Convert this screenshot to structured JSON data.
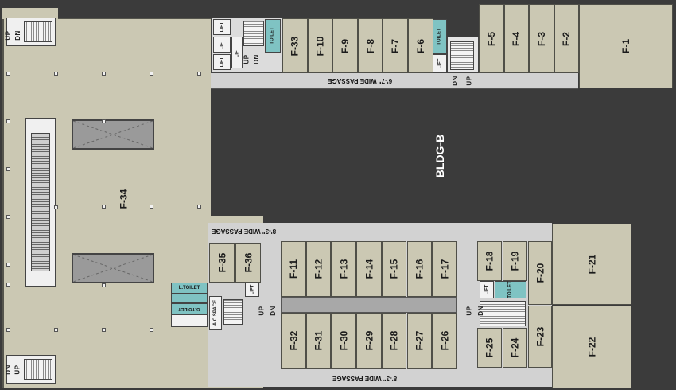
{
  "labels": {
    "bldg": "BLDG-B",
    "shop_34": "F-34",
    "top_row": [
      "F-33",
      "F-10",
      "F-9",
      "F-8",
      "F-7",
      "F-6"
    ],
    "top_right": [
      "F-5",
      "F-4",
      "F-3",
      "F-2"
    ],
    "big_top_right": "F-1",
    "block_mid_top": [
      "F-11",
      "F-12",
      "F-13",
      "F-14",
      "F-15",
      "F-16",
      "F-17"
    ],
    "block_mid_bottom": [
      "F-32",
      "F-31",
      "F-30",
      "F-29",
      "F-28",
      "F-27",
      "F-26"
    ],
    "f35": "F-35",
    "f36": "F-36",
    "f18": "F-18",
    "f19": "F-19",
    "f20": "F-20",
    "f23": "F-23",
    "f25": "F-25",
    "f24": "F-24",
    "f21": "F-21",
    "f22": "F-22",
    "lift": "LIFT",
    "up": "UP",
    "dn": "DN",
    "toilet": "TOILET",
    "l_toilet": "L.TOILET",
    "g_toilet": "G.TOILET",
    "ac_space": "A.C SPACE",
    "passage_top": "6'-7\" WIDE PASSAGE",
    "passage_mid": "8'-3\" WIDE PASSAGE",
    "passage_bottom": "8'-3\" WIDE PASSAGE"
  },
  "colors": {
    "background": "#3b3b3b",
    "shop": "#cbc8b3",
    "passage": "#d2d2d2",
    "toilet": "#7fc3c3",
    "void": "#9a9a9a"
  }
}
